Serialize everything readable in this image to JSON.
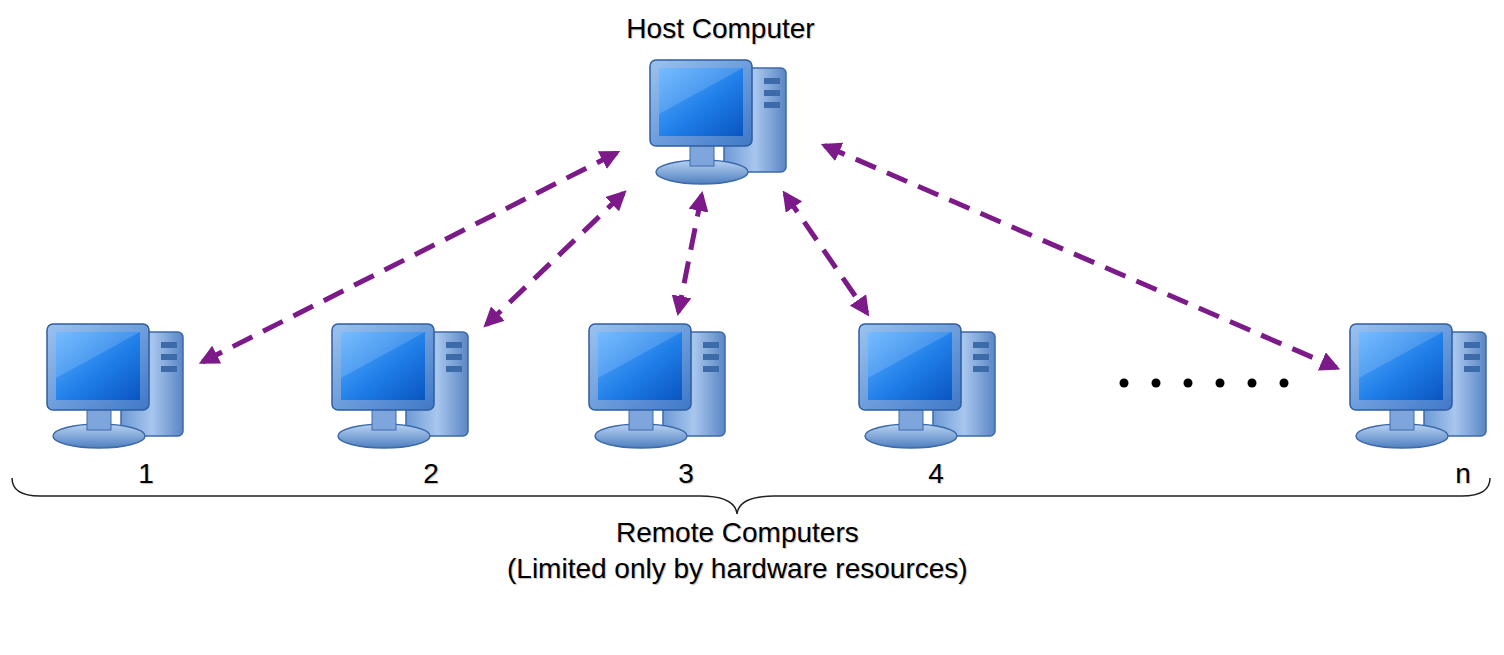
{
  "diagram": {
    "nodes": [
      {
        "text": [
          "Host Computer"
        ]
      },
      {
        "text": [
          "1"
        ]
      },
      {
        "text": [
          "2"
        ]
      },
      {
        "text": [
          "3"
        ]
      },
      {
        "text": [
          "4"
        ]
      },
      {
        "text": [
          "n"
        ]
      }
    ],
    "edges": [
      {
        "from": 0,
        "to": 1,
        "arrow": "both"
      },
      {
        "from": 0,
        "to": 2,
        "arrow": "both"
      },
      {
        "from": 0,
        "to": 3,
        "arrow": "both"
      },
      {
        "from": 0,
        "to": 4,
        "arrow": "both"
      },
      {
        "from": 0,
        "to": 5,
        "arrow": "both"
      }
    ],
    "labels": [
      "Remote Computers",
      "(Limited only by hardware resources)"
    ]
  }
}
